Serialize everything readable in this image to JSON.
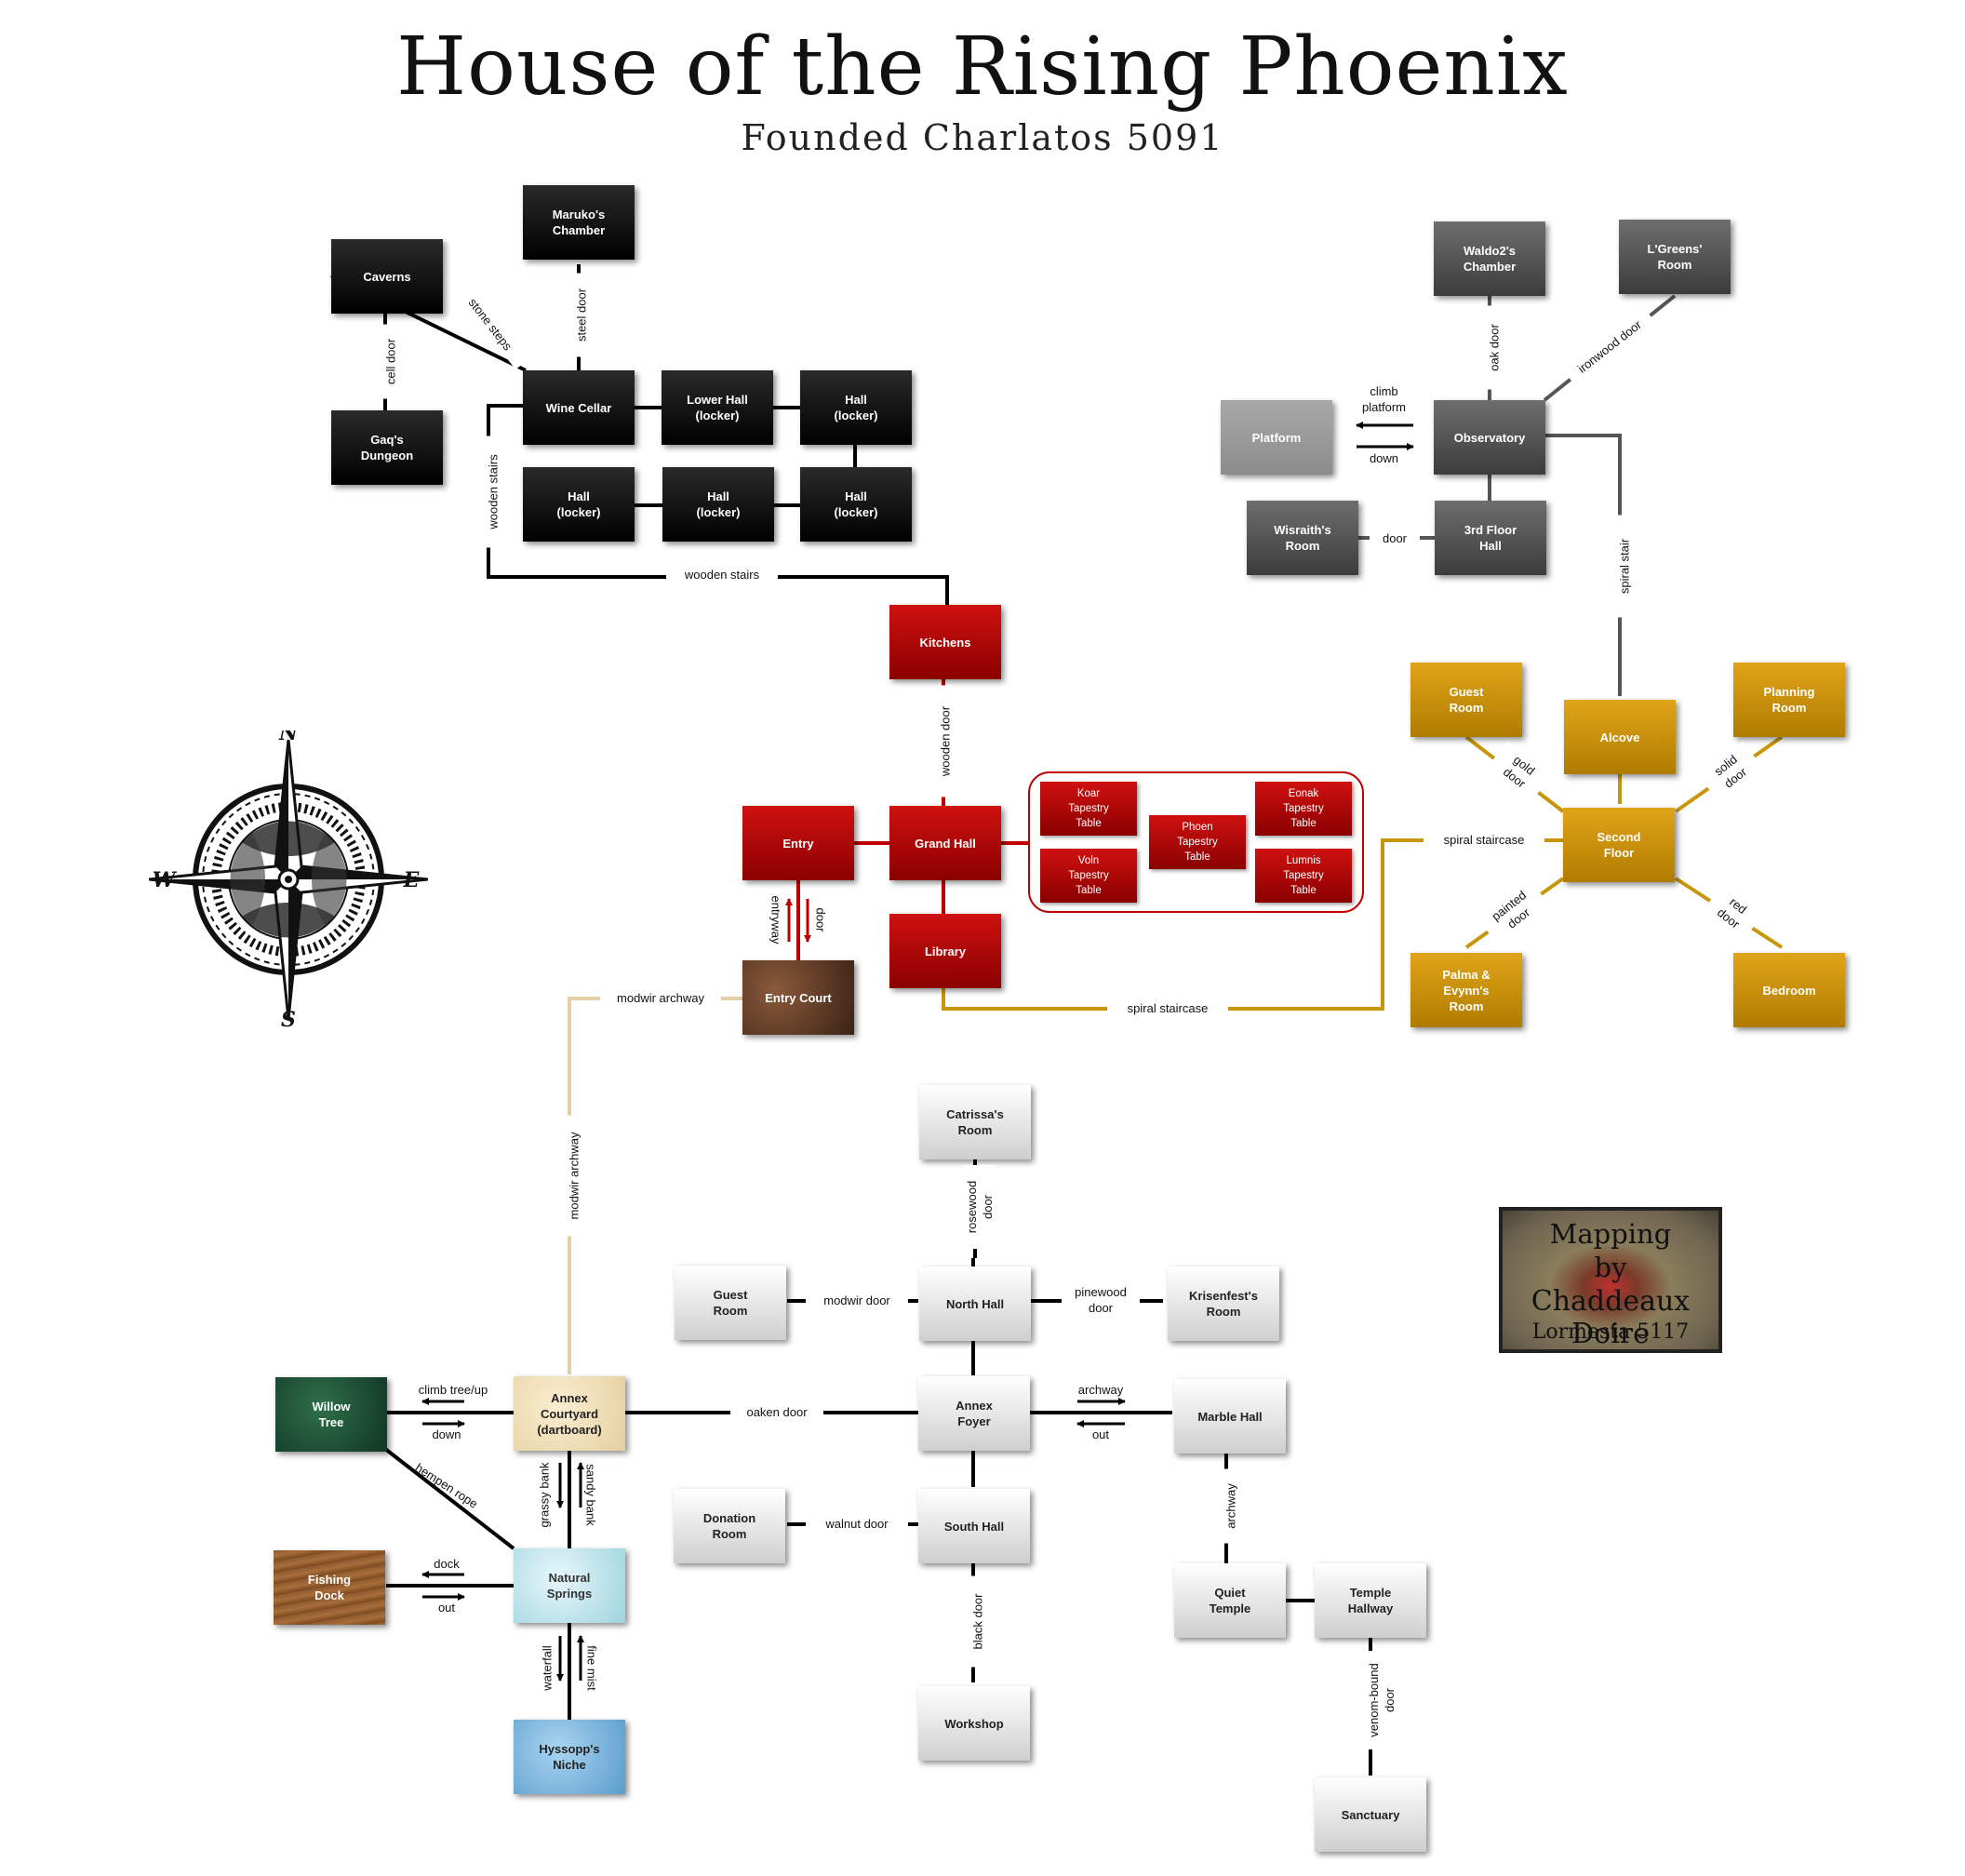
{
  "header": {
    "title": "House of the Rising Phoenix",
    "subtitle": "Founded Charlatos 5091"
  },
  "rooms": {
    "caverns": "Caverns",
    "gaqs_dungeon": "Gaq's\nDungeon",
    "marukos_chamber": "Maruko's\nChamber",
    "wine_cellar": "Wine Cellar",
    "lower_hall_locker": "Lower Hall\n(locker)",
    "hall_locker_1": "Hall\n(locker)",
    "hall_locker_2": "Hall\n(locker)",
    "hall_locker_3": "Hall\n(locker)",
    "hall_locker_4": "Hall\n(locker)",
    "kitchens": "Kitchens",
    "entry": "Entry",
    "grand_hall": "Grand Hall",
    "library": "Library",
    "entry_court": "Entry Court",
    "waldo2s_chamber": "Waldo2's\nChamber",
    "lgreens_room": "L'Greens'\nRoom",
    "platform": "Platform",
    "observatory": "Observatory",
    "wisraiths_room": "Wisraith's\nRoom",
    "third_floor_hall": "3rd Floor\nHall",
    "guest_room_upper": "Guest\nRoom",
    "alcove": "Alcove",
    "planning_room": "Planning\nRoom",
    "second_floor": "Second\nFloor",
    "palma_evynns_room": "Palma &\nEvynn's\nRoom",
    "bedroom": "Bedroom",
    "catrissas_room": "Catrissa's\nRoom",
    "guest_room_lower": "Guest\nRoom",
    "north_hall": "North Hall",
    "krisenfests_room": "Krisenfest's\nRoom",
    "willow_tree": "Willow\nTree",
    "annex_courtyard": "Annex\nCourtyard\n(dartboard)",
    "annex_foyer": "Annex\nFoyer",
    "marble_hall": "Marble Hall",
    "donation_room": "Donation\nRoom",
    "south_hall": "South Hall",
    "fishing_dock": "Fishing\nDock",
    "natural_springs": "Natural\nSprings",
    "quiet_temple": "Quiet\nTemple",
    "temple_hallway": "Temple\nHallway",
    "hyssops_niche": "Hyssopp's\nNiche",
    "workshop": "Workshop",
    "sanctuary": "Sanctuary"
  },
  "tables": {
    "koar": "Koar\nTapestry\nTable",
    "phoen": "Phoen\nTapestry\nTable",
    "eonak": "Eonak\nTapestry\nTable",
    "voln": "Voln\nTapestry\nTable",
    "lumnis": "Lumnis\nTapestry\nTable"
  },
  "connections": {
    "stone_steps": "stone steps",
    "steel_door": "steel door",
    "cell_door": "cell door",
    "wooden_stairs_v": "wooden stairs",
    "wooden_stairs_h": "wooden stairs",
    "wooden_door": "wooden  door",
    "entryway": "entryway",
    "door_entry": "door",
    "modwir_archway_h": "modwir archway",
    "modwir_archway_v": "modwir archway",
    "spiral_staircase_lower": "spiral staircase",
    "spiral_staircase_upper": "spiral staircase",
    "oak_door": "oak door",
    "ironwood_door": "ironwood door",
    "climb_platform": "climb\nplatform",
    "down_platform": "down",
    "door_wisraith": "door",
    "spiral_stair": "spiral stair",
    "gold_door": "gold\ndoor",
    "solid_door": "solid\ndoor",
    "painted_door": "painted\ndoor",
    "red_door": "red\ndoor",
    "rosewood_door": "rosewood\ndoor",
    "modwir_door": "modwir door",
    "pinewood_door": "pinewood\ndoor",
    "climb_tree_up": "climb  tree/up",
    "down_tree": "down",
    "oaken_door": "oaken door",
    "archway_marble": "archway",
    "out_marble": "out",
    "hempen_rope": "hempen rope",
    "grassy_bank": "grassy bank",
    "sandy_bank": "sandy bank",
    "walnut_door": "walnut door",
    "dock": "dock",
    "out_dock": "out",
    "archway_temple": "archway",
    "waterfall": "waterfall",
    "fine_mist": "fine mist",
    "black_door": "black door",
    "venom_bound_door": "venom-bound\ndoor"
  },
  "compass": {
    "n": "N",
    "s": "S",
    "e": "E",
    "w": "W"
  },
  "credit": {
    "line1": "Mapping",
    "line2": "by",
    "line3": "Chaddeaux Doire",
    "line4": "Lormesta 5117"
  },
  "colors": {
    "red_line": "#c00000",
    "gold_line": "#c8960c",
    "beige_line": "#e3cfa3",
    "gray_line": "#555555",
    "black_line": "#000000"
  }
}
